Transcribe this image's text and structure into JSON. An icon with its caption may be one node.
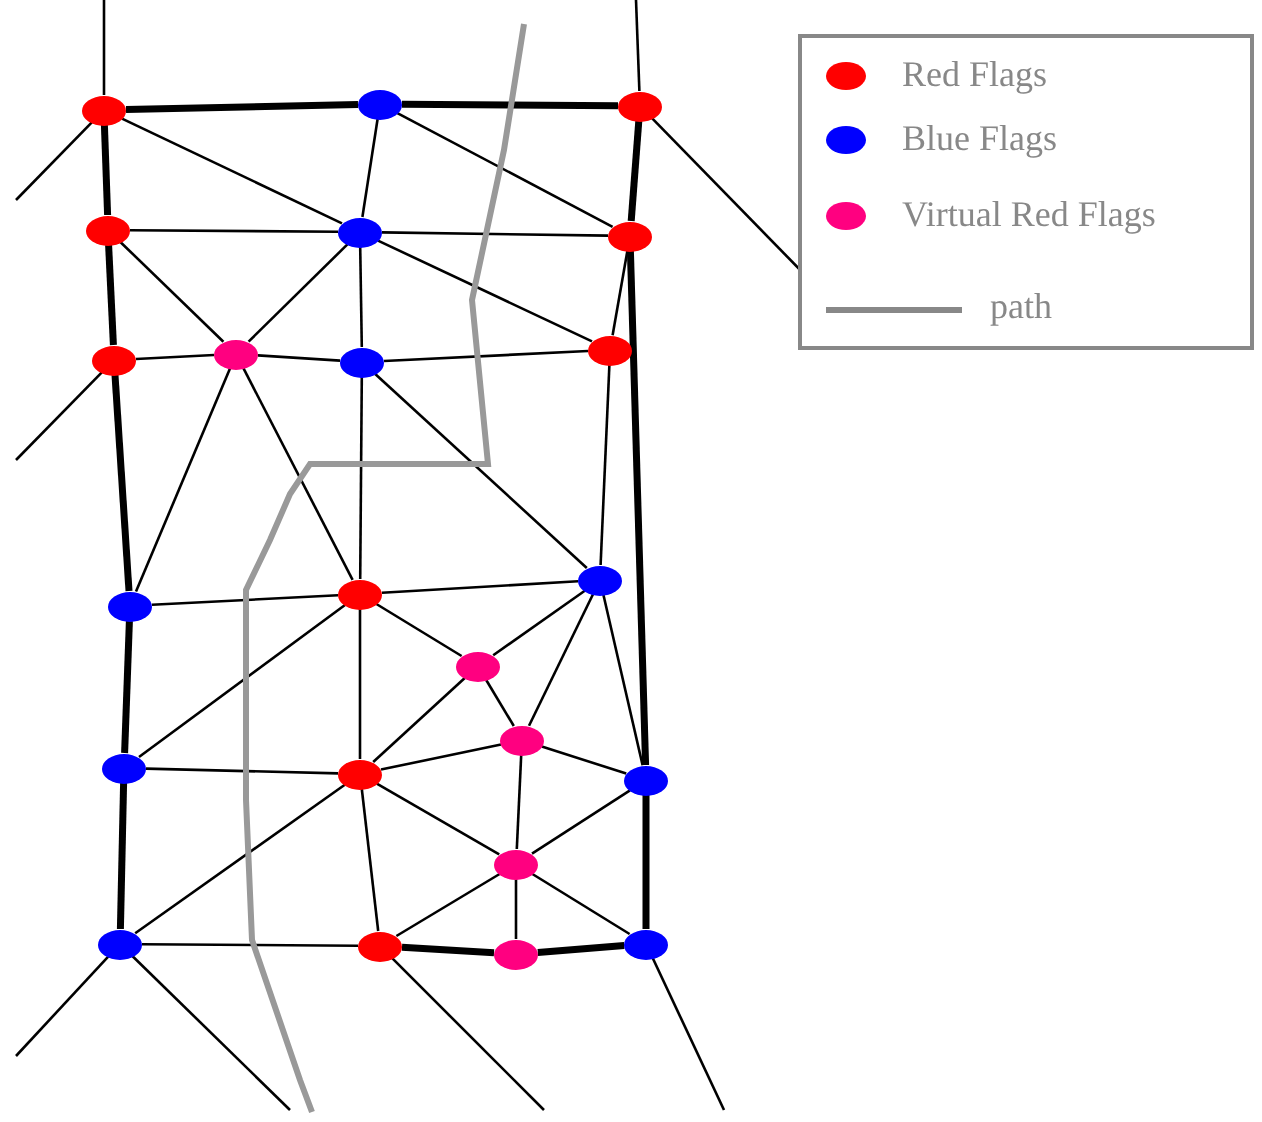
{
  "diagram": {
    "nodes": [
      {
        "text": [],
        "shape": "circle"
      },
      {
        "text": [],
        "shape": "circle"
      },
      {
        "text": [],
        "shape": "circle"
      },
      {
        "text": [],
        "shape": "circle"
      },
      {
        "text": [],
        "shape": "circle"
      },
      {
        "text": [],
        "shape": "circle"
      },
      {
        "text": [],
        "shape": "circle"
      },
      {
        "text": [],
        "shape": "circle"
      },
      {
        "text": [],
        "shape": "circle"
      },
      {
        "text": [],
        "shape": "circle"
      },
      {
        "text": [],
        "shape": "circle"
      },
      {
        "text": [],
        "shape": "circle"
      },
      {
        "text": [],
        "shape": "circle"
      },
      {
        "text": [],
        "shape": "circle"
      },
      {
        "text": [],
        "shape": "circle"
      },
      {
        "text": [],
        "shape": "circle"
      },
      {
        "text": [],
        "shape": "circle"
      },
      {
        "text": [],
        "shape": "circle"
      },
      {
        "text": [],
        "shape": "circle"
      },
      {
        "text": [],
        "shape": "circle"
      },
      {
        "text": [],
        "shape": "circle"
      },
      {
        "text": [],
        "shape": "circle"
      },
      {
        "text": [],
        "shape": "circle"
      }
    ],
    "edges": [
      {
        "from": 0,
        "to": 1,
        "arrow": "none",
        "style": "thick"
      },
      {
        "from": 1,
        "to": 2,
        "arrow": "none",
        "style": "thick"
      },
      {
        "from": 2,
        "to": 5,
        "arrow": "none",
        "style": "thick"
      },
      {
        "from": 5,
        "to": 17,
        "arrow": "none",
        "style": "thick"
      },
      {
        "from": 0,
        "to": 3,
        "arrow": "none",
        "style": "thick"
      },
      {
        "from": 3,
        "to": 6,
        "arrow": "none",
        "style": "thick"
      },
      {
        "from": 6,
        "to": 10,
        "arrow": "none",
        "style": "thick"
      },
      {
        "from": 10,
        "to": 15,
        "arrow": "none",
        "style": "thick"
      },
      {
        "from": 15,
        "to": 19,
        "arrow": "none",
        "style": "thick"
      },
      {
        "from": 19,
        "to": 20,
        "arrow": "none"
      },
      {
        "from": 20,
        "to": 21,
        "arrow": "none",
        "style": "thick"
      },
      {
        "from": 21,
        "to": 22,
        "arrow": "none",
        "style": "thick"
      },
      {
        "from": 22,
        "to": 17,
        "arrow": "none",
        "style": "thick"
      },
      {
        "from": 0,
        "to": 4,
        "arrow": "none"
      },
      {
        "from": 1,
        "to": 4,
        "arrow": "none"
      },
      {
        "from": 1,
        "to": 5,
        "arrow": "none"
      },
      {
        "from": 3,
        "to": 4,
        "arrow": "none"
      },
      {
        "from": 4,
        "to": 5,
        "arrow": "none"
      },
      {
        "from": 3,
        "to": 7,
        "arrow": "none"
      },
      {
        "from": 4,
        "to": 7,
        "arrow": "none"
      },
      {
        "from": 4,
        "to": 8,
        "arrow": "none"
      },
      {
        "from": 4,
        "to": 9,
        "arrow": "none"
      },
      {
        "from": 6,
        "to": 7,
        "arrow": "none"
      },
      {
        "from": 7,
        "to": 8,
        "arrow": "none"
      },
      {
        "from": 8,
        "to": 9,
        "arrow": "none"
      },
      {
        "from": 5,
        "to": 9,
        "arrow": "none"
      },
      {
        "from": 7,
        "to": 10,
        "arrow": "none"
      },
      {
        "from": 7,
        "to": 11,
        "arrow": "none"
      },
      {
        "from": 8,
        "to": 11,
        "arrow": "none"
      },
      {
        "from": 8,
        "to": 12,
        "arrow": "none"
      },
      {
        "from": 9,
        "to": 12,
        "arrow": "none"
      },
      {
        "from": 10,
        "to": 11,
        "arrow": "none"
      },
      {
        "from": 11,
        "to": 12,
        "arrow": "none"
      },
      {
        "from": 11,
        "to": 13,
        "arrow": "none"
      },
      {
        "from": 11,
        "to": 15,
        "arrow": "none"
      },
      {
        "from": 11,
        "to": 16,
        "arrow": "none"
      },
      {
        "from": 12,
        "to": 13,
        "arrow": "none"
      },
      {
        "from": 12,
        "to": 14,
        "arrow": "none"
      },
      {
        "from": 12,
        "to": 17,
        "arrow": "none"
      },
      {
        "from": 13,
        "to": 16,
        "arrow": "none"
      },
      {
        "from": 13,
        "to": 14,
        "arrow": "none"
      },
      {
        "from": 14,
        "to": 16,
        "arrow": "none"
      },
      {
        "from": 14,
        "to": 18,
        "arrow": "none"
      },
      {
        "from": 14,
        "to": 17,
        "arrow": "none"
      },
      {
        "from": 15,
        "to": 16,
        "arrow": "none"
      },
      {
        "from": 16,
        "to": 18,
        "arrow": "none"
      },
      {
        "from": 16,
        "to": 19,
        "arrow": "none"
      },
      {
        "from": 16,
        "to": 20,
        "arrow": "none"
      },
      {
        "from": 17,
        "to": 18,
        "arrow": "none"
      },
      {
        "from": 18,
        "to": 20,
        "arrow": "none"
      },
      {
        "from": 18,
        "to": 21,
        "arrow": "none"
      },
      {
        "from": 18,
        "to": 22,
        "arrow": "none"
      },
      {
        "from": 0,
        "to": null,
        "arrow": "none"
      },
      {
        "from": 0,
        "to": null,
        "arrow": "none"
      },
      {
        "from": 2,
        "to": null,
        "arrow": "none"
      },
      {
        "from": 2,
        "to": null,
        "arrow": "none"
      },
      {
        "from": 6,
        "to": null,
        "arrow": "none"
      },
      {
        "from": 19,
        "to": null,
        "arrow": "none"
      },
      {
        "from": 19,
        "to": null,
        "arrow": "none"
      },
      {
        "from": 20,
        "to": null,
        "arrow": "none"
      },
      {
        "from": 22,
        "to": null,
        "arrow": "none"
      }
    ],
    "legend": [
      {
        "text": "Red Flags",
        "color": "#ff0000"
      },
      {
        "text": "Blue Flags",
        "color": "#0000ff"
      },
      {
        "text": "Virtual Red Flags",
        "color": "#ff0080"
      },
      {
        "text": "path"
      }
    ]
  }
}
